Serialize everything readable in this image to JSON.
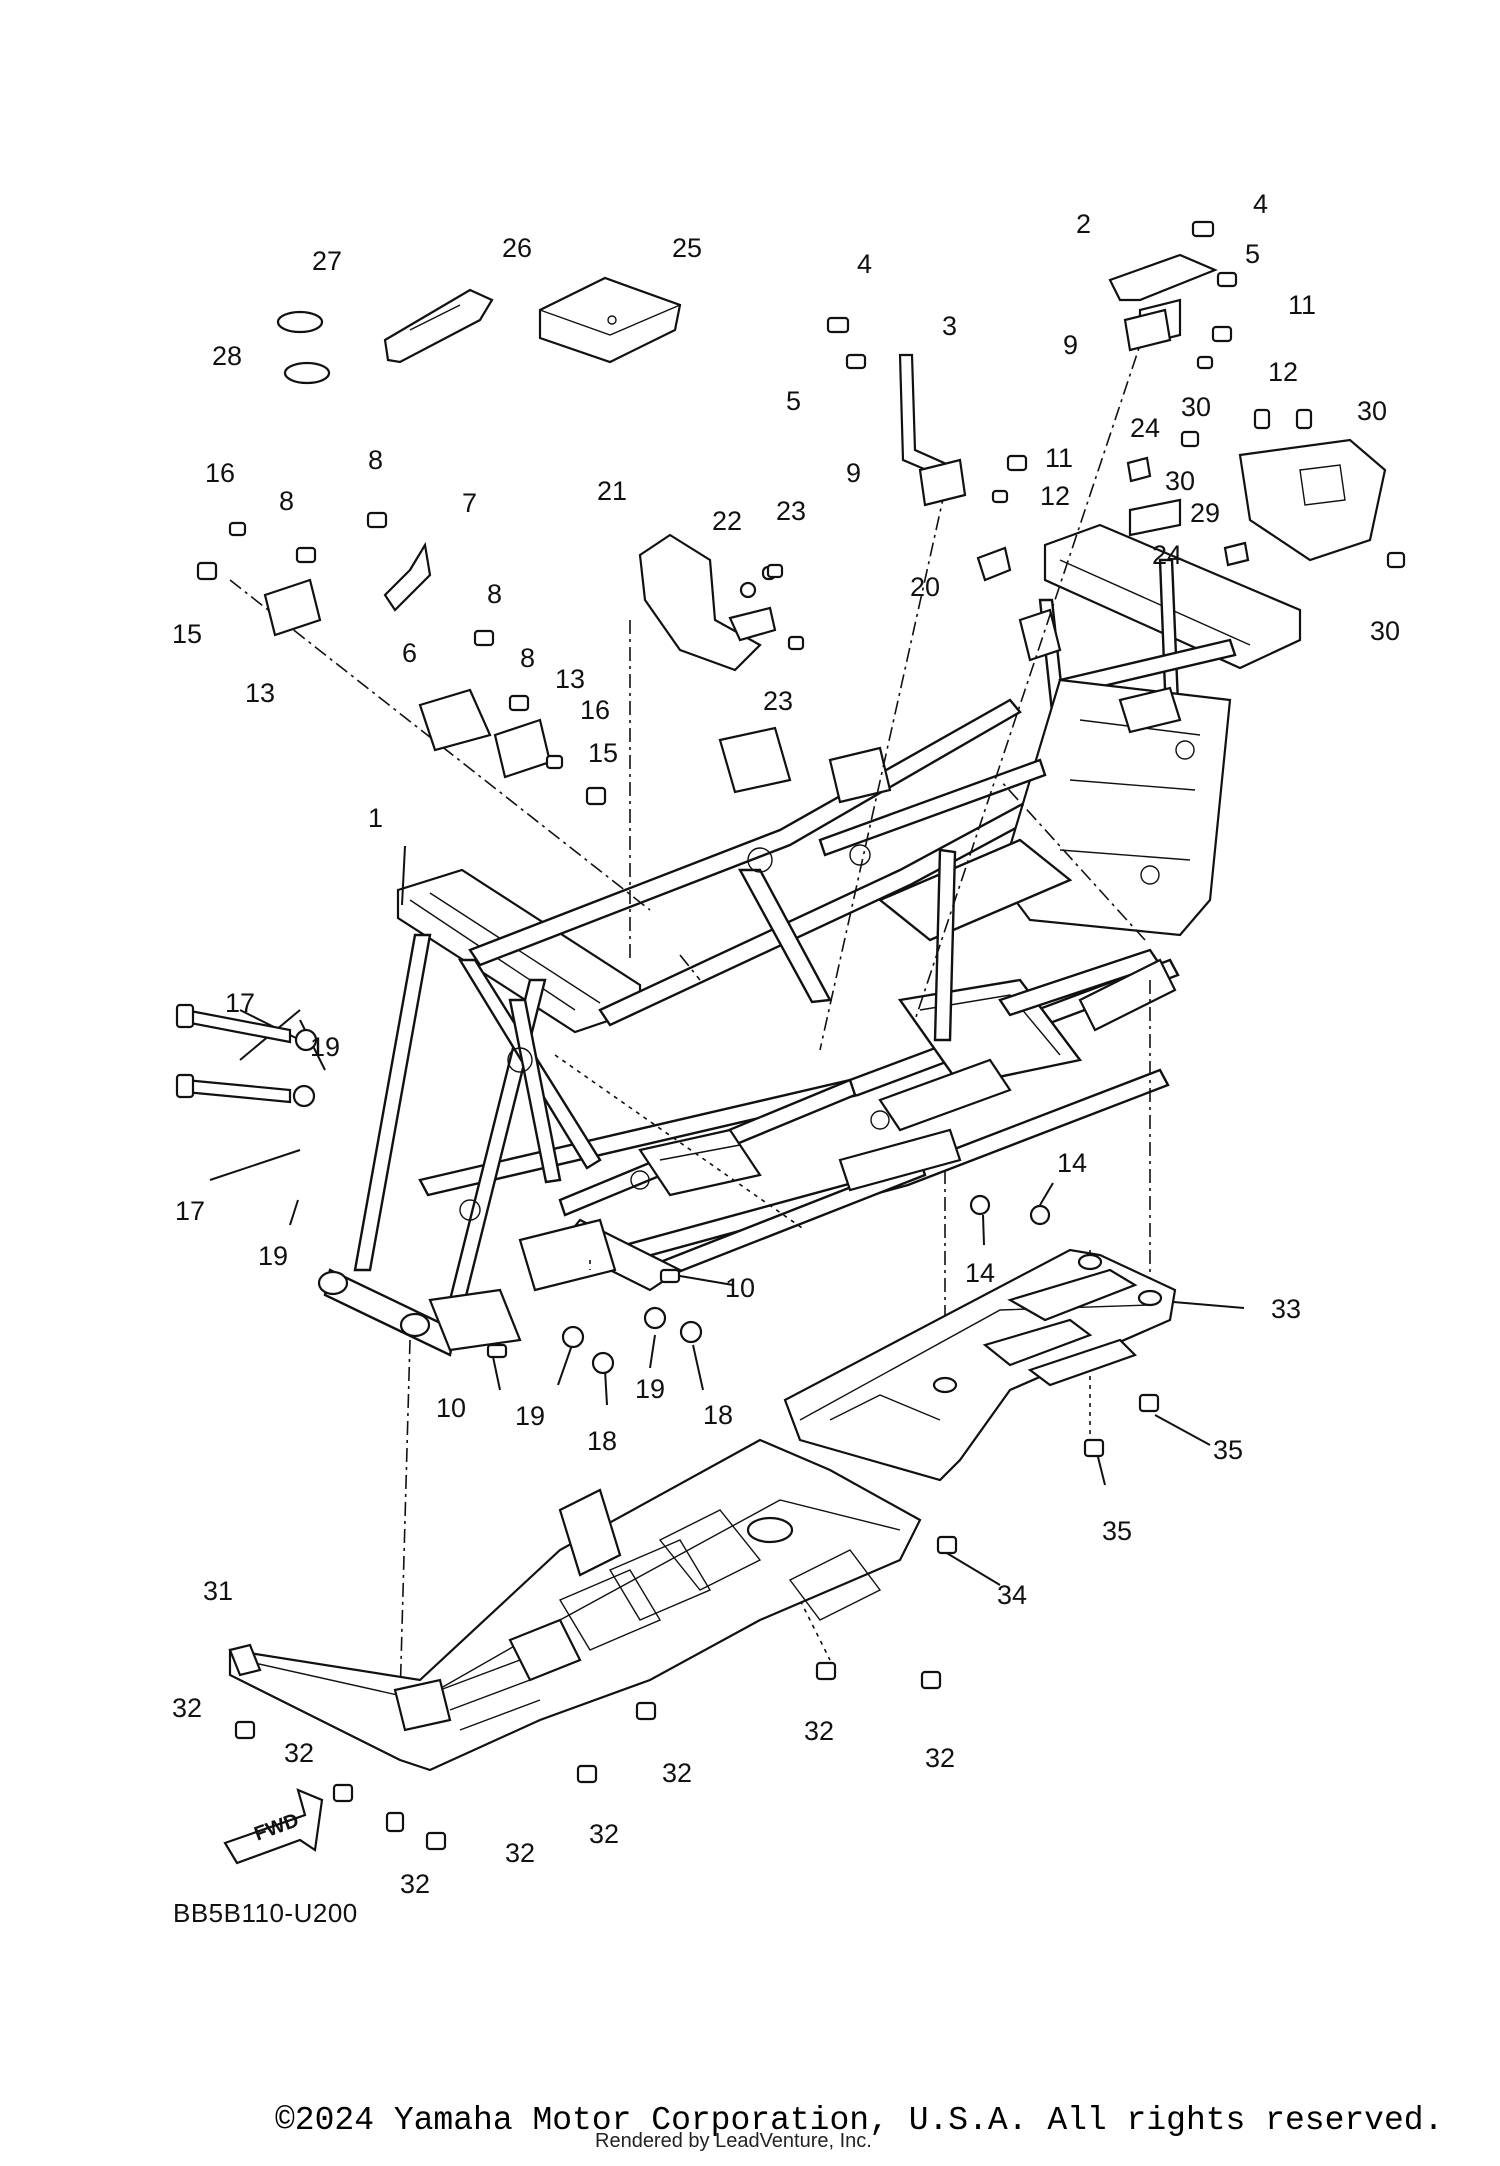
{
  "diagram": {
    "labels": [
      "1",
      "2",
      "3",
      "4",
      "4",
      "5",
      "5",
      "6",
      "7",
      "8",
      "8",
      "8",
      "8",
      "9",
      "9",
      "10",
      "10",
      "11",
      "11",
      "12",
      "12",
      "13",
      "13",
      "14",
      "14",
      "15",
      "15",
      "16",
      "16",
      "17",
      "17",
      "18",
      "18",
      "19",
      "19",
      "19",
      "19",
      "20",
      "21",
      "22",
      "23",
      "23",
      "24",
      "24",
      "25",
      "26",
      "27",
      "28",
      "29",
      "30",
      "30",
      "30",
      "30",
      "31",
      "32",
      "32",
      "32",
      "32",
      "32",
      "32",
      "32",
      "32",
      "33",
      "34",
      "35",
      "35"
    ],
    "fwd_label": "FWD",
    "diagram_code": "BB5B110-U200",
    "copyright": "©2024 Yamaha Motor Corporation, U.S.A. All rights reserved.",
    "rendered_by": "Rendered by LeadVenture, Inc."
  }
}
